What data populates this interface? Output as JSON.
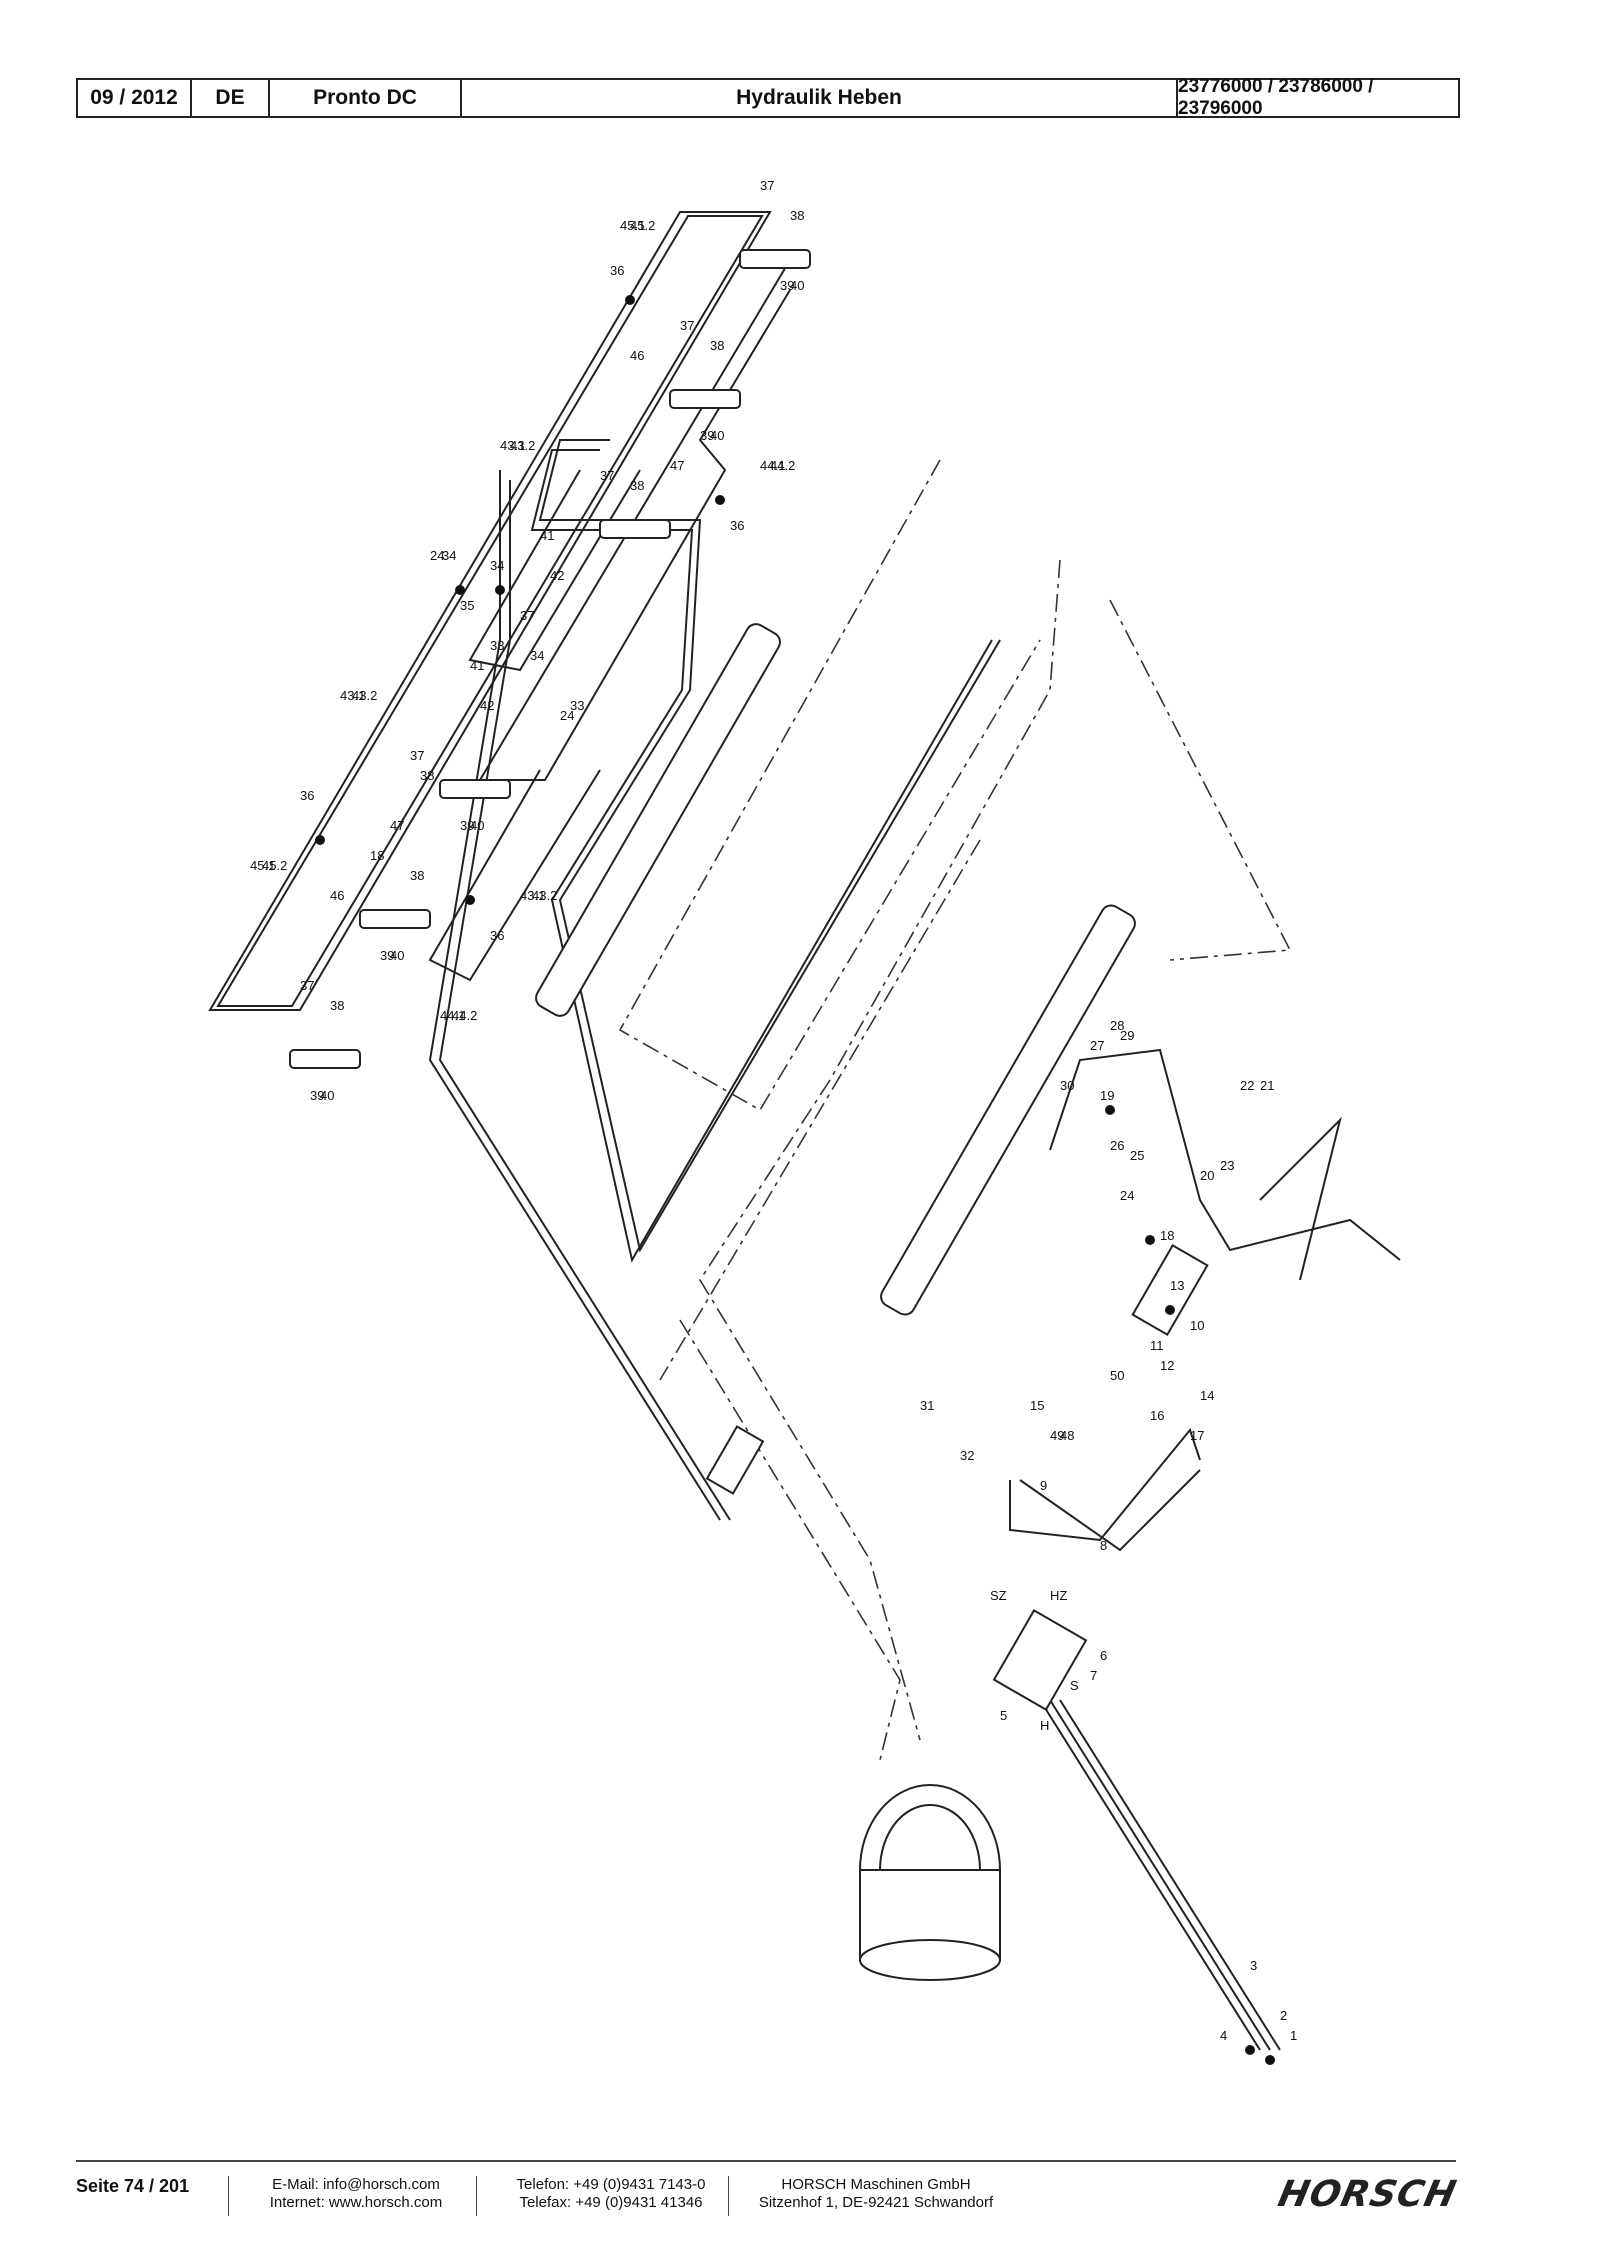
{
  "header": {
    "date": "09 / 2012",
    "lang": "DE",
    "model": "Pronto DC",
    "title": "Hydraulik Heben",
    "part_numbers": "23776000 / 23786000 / 23796000"
  },
  "diagram_labels": [
    "37",
    "38",
    "39",
    "40",
    "45.1",
    "45.2",
    "36",
    "46",
    "47",
    "44.1",
    "44.2",
    "43.1",
    "43.2",
    "41",
    "42",
    "35",
    "34",
    "24",
    "33",
    "18",
    "31",
    "32",
    "9",
    "8",
    "SZ",
    "HZ",
    "S",
    "H",
    "5",
    "7",
    "6",
    "3",
    "4",
    "2",
    "1",
    "10",
    "11",
    "12",
    "13",
    "14",
    "15",
    "16",
    "17",
    "19",
    "20",
    "21",
    "22",
    "23",
    "25",
    "26",
    "27",
    "28",
    "29",
    "30",
    "48",
    "49",
    "50"
  ],
  "footer": {
    "page": "Seite 74 / 201",
    "email": "E-Mail: info@horsch.com",
    "internet": "Internet: www.horsch.com",
    "telefon": "Telefon: +49 (0)9431 7143-0",
    "telefax": "Telefax: +49 (0)9431 41346",
    "company": "HORSCH Maschinen GmbH",
    "address": "Sitzenhof 1, DE-92421 Schwandorf",
    "logo": "HORSCH"
  }
}
